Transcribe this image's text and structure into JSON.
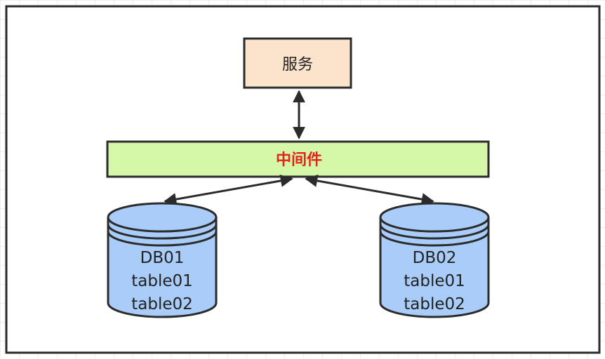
{
  "diagram": {
    "service": {
      "label": "服务",
      "fill": "#FCE4CC"
    },
    "middleware": {
      "label": "中间件",
      "fill": "#D4F7A8",
      "text_color": "#E1251B"
    },
    "databases": [
      {
        "name": "DB01",
        "tables": [
          "table01",
          "table02"
        ]
      },
      {
        "name": "DB02",
        "tables": [
          "table01",
          "table02"
        ]
      }
    ],
    "db_fill": "#A9CDF8",
    "stroke": "#2b2b2b"
  }
}
